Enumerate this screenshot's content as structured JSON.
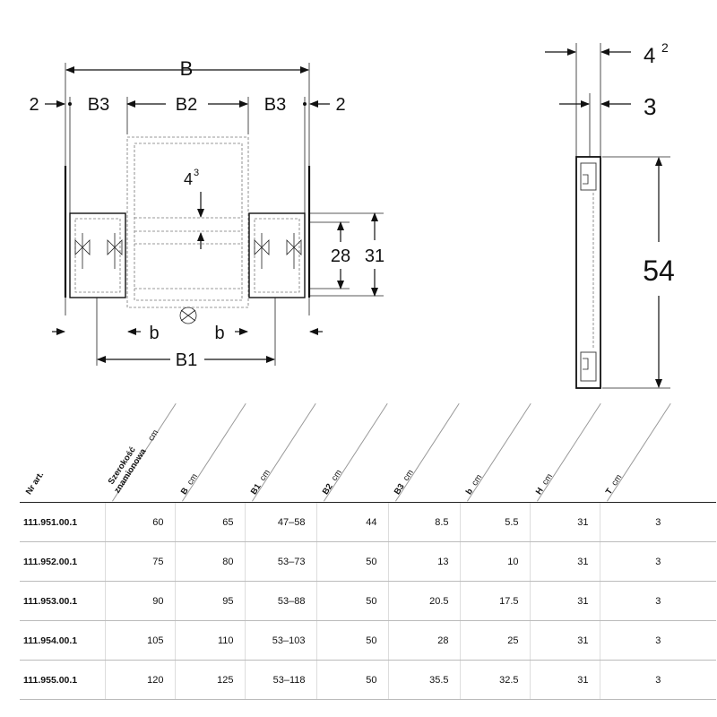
{
  "drawing": {
    "labels": {
      "B": "B",
      "B1": "B1",
      "B2": "B2",
      "B3": "B3",
      "b": "b",
      "two": "2",
      "four": "4",
      "sup3": "3",
      "sup2": "2",
      "d28": "28",
      "d31": "31",
      "d54": "54",
      "d3": "3"
    }
  },
  "table": {
    "headers": [
      {
        "label": "Nr art.",
        "unit": ""
      },
      {
        "label": "Szerokość znamionowa",
        "unit": "cm"
      },
      {
        "label": "B",
        "unit": "cm"
      },
      {
        "label": "B1",
        "unit": "cm"
      },
      {
        "label": "B2",
        "unit": "cm"
      },
      {
        "label": "B3",
        "unit": "cm"
      },
      {
        "label": "b",
        "unit": "cm"
      },
      {
        "label": "H",
        "unit": "cm"
      },
      {
        "label": "T",
        "unit": "cm"
      }
    ],
    "rows": [
      [
        "111.951.00.1",
        "60",
        "65",
        "47–58",
        "44",
        "8.5",
        "5.5",
        "31",
        "3"
      ],
      [
        "111.952.00.1",
        "75",
        "80",
        "53–73",
        "50",
        "13",
        "10",
        "31",
        "3"
      ],
      [
        "111.953.00.1",
        "90",
        "95",
        "53–88",
        "50",
        "20.5",
        "17.5",
        "31",
        "3"
      ],
      [
        "111.954.00.1",
        "105",
        "110",
        "53–103",
        "50",
        "28",
        "25",
        "31",
        "3"
      ],
      [
        "111.955.00.1",
        "120",
        "125",
        "53–118",
        "50",
        "35.5",
        "32.5",
        "31",
        "3"
      ]
    ]
  }
}
